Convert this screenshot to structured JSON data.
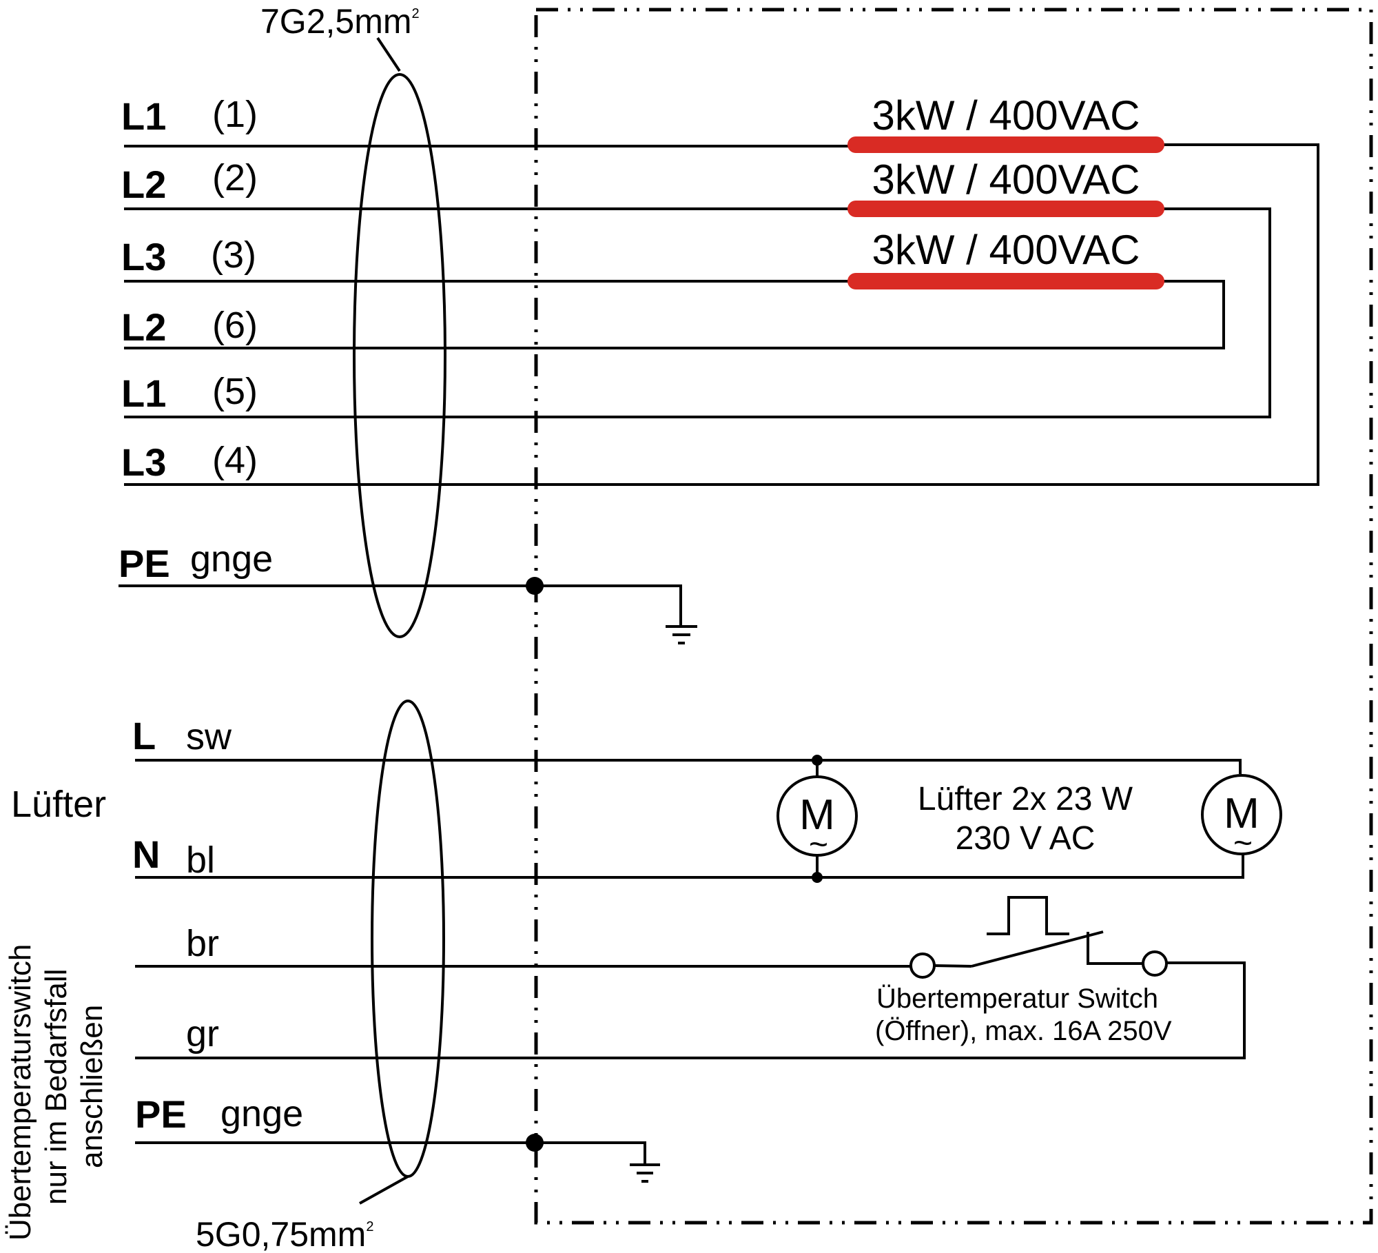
{
  "cable_top": {
    "spec": "7G2,5mm",
    "sup": "2"
  },
  "cable_bottom": {
    "spec": "5G0,75mm",
    "sup": "2"
  },
  "heater_rows": [
    {
      "phase": "L1",
      "terminal": "(1)"
    },
    {
      "phase": "L2",
      "terminal": "(2)"
    },
    {
      "phase": "L3",
      "terminal": "(3)"
    },
    {
      "phase": "L2",
      "terminal": "(6)"
    },
    {
      "phase": "L1",
      "terminal": "(5)"
    },
    {
      "phase": "L3",
      "terminal": "(4)"
    }
  ],
  "pe_top": {
    "name": "PE",
    "color": "gnge"
  },
  "heaters": [
    {
      "label": "3kW / 400VAC",
      "color": "#d92b24"
    },
    {
      "label": "3kW / 400VAC",
      "color": "#d92b24"
    },
    {
      "label": "3kW / 400VAC",
      "color": "#d92b24"
    }
  ],
  "fan_group_label": "Lüfter",
  "fan_rows": [
    {
      "name": "L",
      "color": "sw"
    },
    {
      "name": "N",
      "color": "bl"
    }
  ],
  "switch_rows": [
    {
      "color": "br"
    },
    {
      "color": "gr"
    }
  ],
  "pe_bottom": {
    "name": "PE",
    "color": "gnge"
  },
  "fans": {
    "line1": "Lüfter  2x 23 W",
    "line2": "230 V AC",
    "motor_symbol": "M",
    "motor_tilde": "~"
  },
  "switch": {
    "line1": "Übertemperatur Switch",
    "line2": "(Öffner), max. 16A 250V"
  },
  "vertical_note": [
    "Übertemperaturswitch",
    "nur im Bedarfsfall",
    "anschließen"
  ],
  "icons": [
    "ground-icon",
    "motor-icon",
    "thermal-switch-icon"
  ]
}
